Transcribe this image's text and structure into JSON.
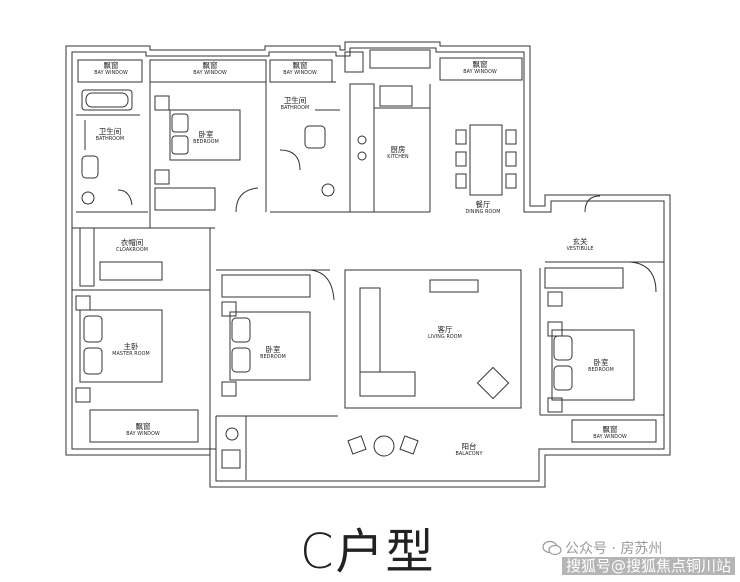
{
  "rooms": {
    "bay_tl": {
      "zh": "飘窗",
      "en": "BAY WINDOW"
    },
    "bay_tc": {
      "zh": "飘窗",
      "en": "BAY WINDOW"
    },
    "bay_tcr": {
      "zh": "飘窗",
      "en": "BAY WINDOW"
    },
    "bay_tr": {
      "zh": "飘窗",
      "en": "BAY WINDOW"
    },
    "bath_left": {
      "zh": "卫生间",
      "en": "BATHROOM"
    },
    "bedroom_top": {
      "zh": "卧室",
      "en": "BEDROOM"
    },
    "bath_mid": {
      "zh": "卫生间",
      "en": "BATHROOM"
    },
    "kitchen": {
      "zh": "厨房",
      "en": "KITCHEN"
    },
    "dining": {
      "zh": "餐厅",
      "en": "DINING ROOM"
    },
    "cloakroom": {
      "zh": "衣帽间",
      "en": "CLOAKROOM"
    },
    "vestibule": {
      "zh": "玄关",
      "en": "VESTIBULE"
    },
    "master": {
      "zh": "主卧",
      "en": "MASTER ROOM"
    },
    "bedroom_mid": {
      "zh": "卧室",
      "en": "BEDROOM"
    },
    "living": {
      "zh": "客厅",
      "en": "LIVING ROOM"
    },
    "bedroom_right": {
      "zh": "卧室",
      "en": "BEDROOM"
    },
    "bay_bl": {
      "zh": "飘窗",
      "en": "BAY WINDOW"
    },
    "bay_br": {
      "zh": "飘窗",
      "en": "BAY WINDOW"
    },
    "balcony": {
      "zh": "阳台",
      "en": "BALACONY"
    }
  },
  "title": "C户型",
  "watermark": {
    "account": "公众号 · 房苏州",
    "site": "搜狐号@搜狐焦点铜川站"
  }
}
